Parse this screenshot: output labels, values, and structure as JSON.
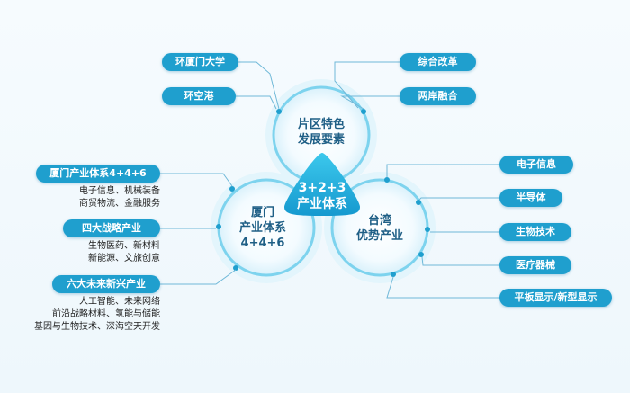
{
  "center": {
    "line1": "3+2+3",
    "line2": "产业体系"
  },
  "circles": {
    "top": {
      "line1": "片区特色",
      "line2": "发展要素"
    },
    "left": {
      "line1": "厦门",
      "line2": "产业体系",
      "line3": "4+4+6"
    },
    "right": {
      "line1": "台湾",
      "line2": "优势产业"
    }
  },
  "top_left_items": [
    "环厦门大学",
    "环空港"
  ],
  "top_right_items": [
    "综合改革",
    "两岸融合"
  ],
  "left_groups": [
    {
      "title": "厦门产业体系4+4+6",
      "lines": [
        "电子信息、机械装备",
        "商贸物流、金融服务"
      ]
    },
    {
      "title": "四大战略产业",
      "lines": [
        "生物医药、新材料",
        "新能源、文旅创意"
      ]
    },
    {
      "title": "六大未来新兴产业",
      "lines": [
        "人工智能、未来网络",
        "前沿战略材料、氢能与储能",
        "基因与生物技术、深海空天开发"
      ]
    }
  ],
  "right_items": [
    "电子信息",
    "半导体",
    "生物技术",
    "医疗器械",
    "平板显示/新型显示"
  ],
  "colors": {
    "accent": "#1f9fce",
    "line": "#6fb8d8",
    "circle_ring": "#5ec4e6",
    "center": "#27b5dd"
  }
}
